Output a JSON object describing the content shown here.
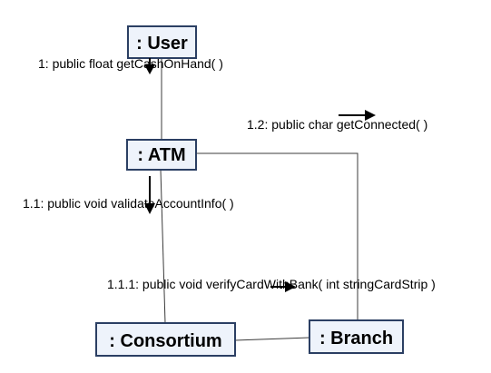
{
  "objects": {
    "user": ": User",
    "atm": ": ATM",
    "consortium": ": Consortium",
    "branch": ": Branch"
  },
  "messages": {
    "m1": "1: public float  getCashOnHand(  )",
    "m1_2": "1.2: public char  getConnected(  )",
    "m1_1": "1.1: public void  validateAccountInfo(  )",
    "m1_1_1": "1.1.1: public void  verifyCardWithBank( int stringCardStrip )"
  }
}
